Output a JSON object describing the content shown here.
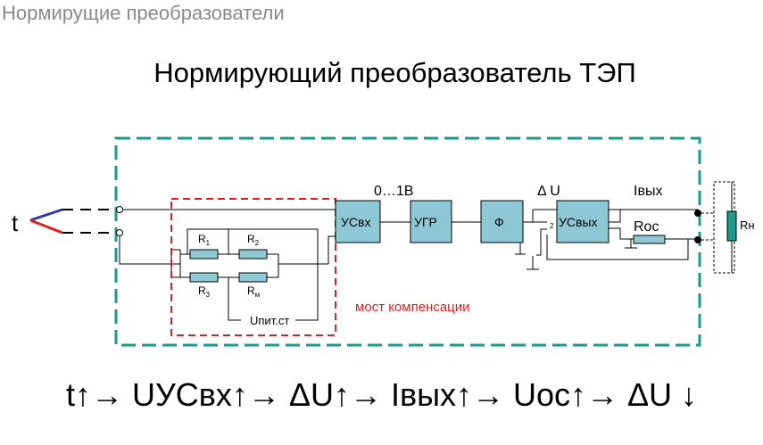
{
  "header": {
    "section_title": "Нормирущие преобразователи"
  },
  "slide": {
    "title": "Нормирующий преобразователь ТЭП"
  },
  "diagram": {
    "input_label": "t",
    "bridge": {
      "r1": "R",
      "r1_sub": "1",
      "r2": "R",
      "r2_sub": "2",
      "r3": "R",
      "r3_sub": "3",
      "rm": "R",
      "rm_sub": "м",
      "supply": "Uпит.ст",
      "caption": "мост компенсации"
    },
    "blocks": {
      "usvx": "УСвх",
      "ugr": "УГР",
      "f": "Ф",
      "usvyx": "УСвых"
    },
    "range_label": "0…1В",
    "delta_u": "Δ U",
    "i_out": "Iвых",
    "r_fb": "Roc",
    "r_load": "Rн",
    "pin2": "2"
  },
  "formula": {
    "text": "t↑→ UУСвх↑→ ΔU↑→ Iвых↑→ Uoc↑→  ΔU ↓"
  },
  "colors": {
    "frame": "#1a9a8c",
    "bridge_frame": "#e02020",
    "block_fill": "#8ec8d4",
    "caption": "#e02020"
  }
}
